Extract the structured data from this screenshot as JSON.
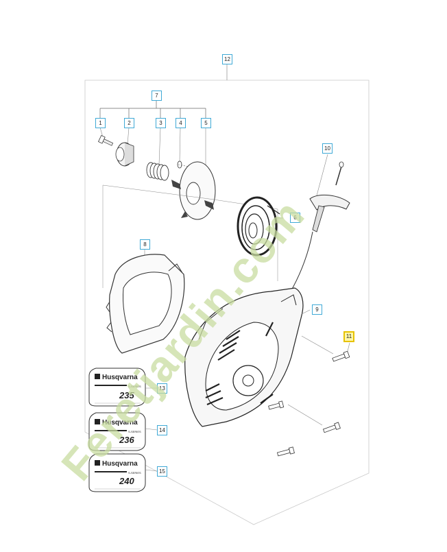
{
  "callouts": {
    "c1": "1",
    "c2": "2",
    "c3": "3",
    "c4": "4",
    "c5": "5",
    "c6": "6",
    "c7": "7",
    "c8": "8",
    "c9": "9",
    "c10": "10",
    "c11": "11",
    "c12": "12",
    "c13": "13",
    "c14": "14",
    "c15": "15"
  },
  "highlight_color": "#e6c200",
  "callout_color": "#3fa9d6",
  "decals": [
    {
      "brand": "Husqvarna",
      "series": "S-SERIES",
      "model": "235"
    },
    {
      "brand": "Husqvarna",
      "series": "S-SERIES",
      "model": "236"
    },
    {
      "brand": "Husqvarna",
      "series": "S-SERIES",
      "model": "240"
    }
  ],
  "watermark": {
    "text": "Feretjardin.com",
    "color": "#c8dca0"
  }
}
